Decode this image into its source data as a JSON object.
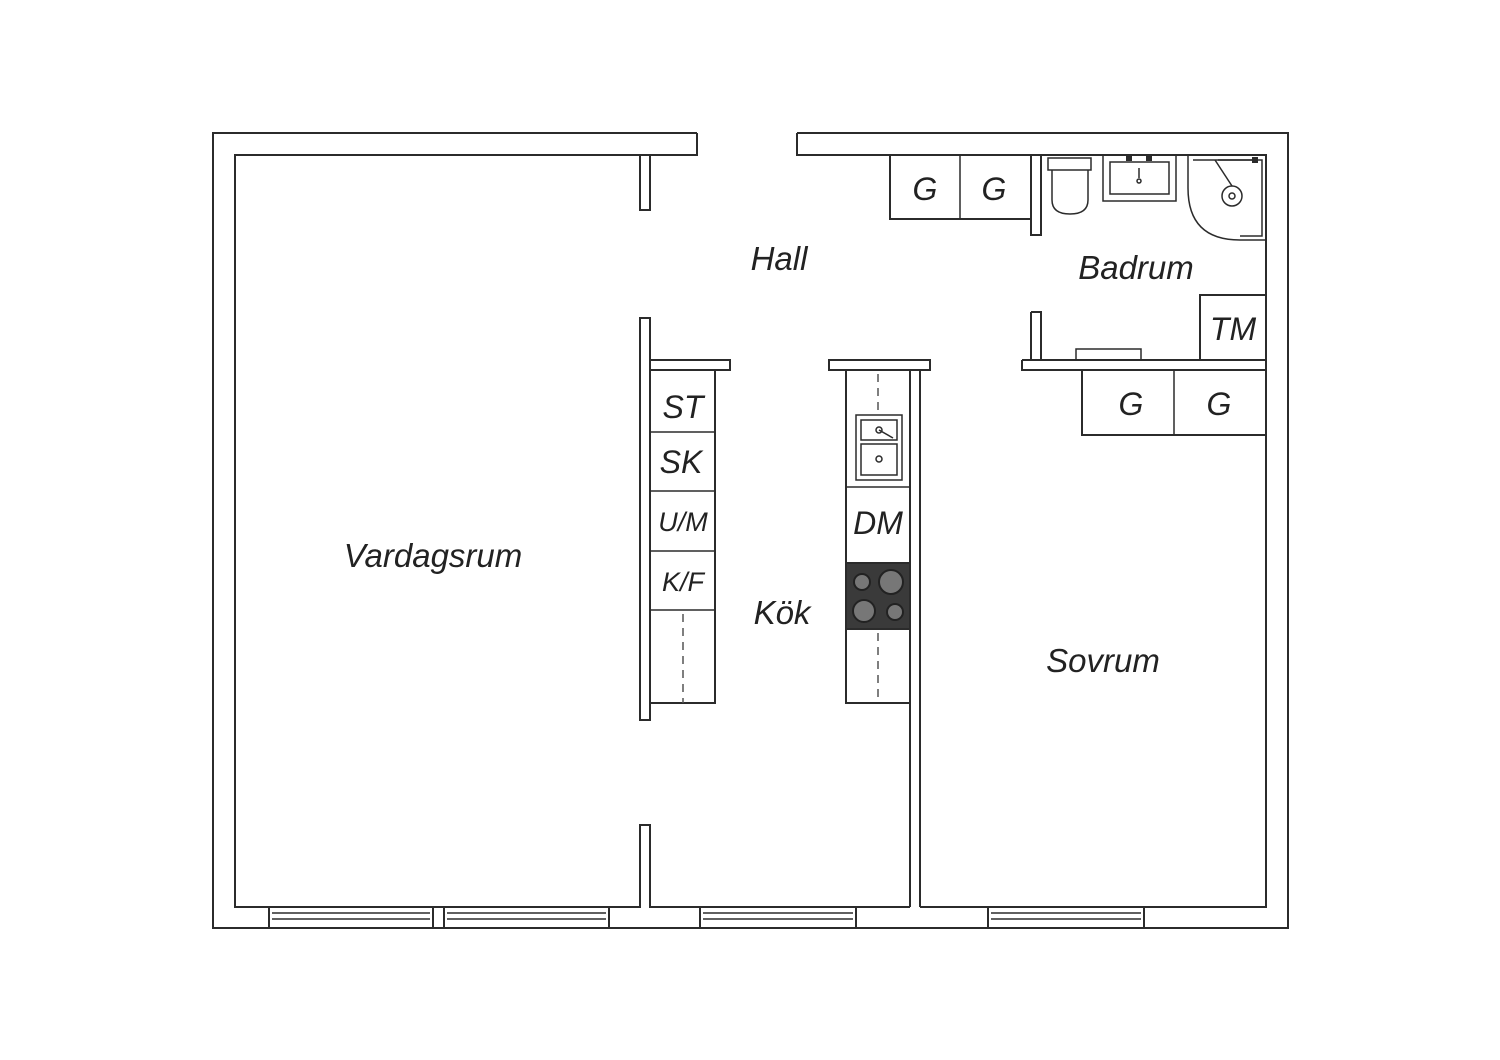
{
  "rooms": {
    "hall": "Hall",
    "badrum": "Badrum",
    "vardagsrum": "Vardagsrum",
    "kok": "Kök",
    "sovrum": "Sovrum"
  },
  "fixtures": {
    "wardrobe_hall_1": "G",
    "wardrobe_hall_2": "G",
    "wardrobe_bed_1": "G",
    "wardrobe_bed_2": "G",
    "washing_machine": "TM",
    "freezer": "ST",
    "storage_cabinet": "SK",
    "oven_micro": "U/M",
    "fridge_freezer": "K/F",
    "dishwasher": "DM"
  },
  "colors": {
    "wall": "#2b2b2b",
    "stove_top": "#3a3a3a",
    "background": "#ffffff"
  }
}
